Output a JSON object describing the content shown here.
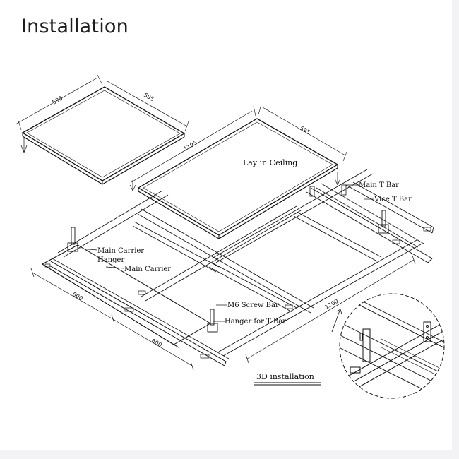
{
  "title": "Installation",
  "panel_a": {
    "dim_left": "595",
    "dim_right": "595"
  },
  "panel_b": {
    "dim_top": "595",
    "dim_side": "1195",
    "label": "Lay in Ceiling"
  },
  "grid": {
    "dim_a": "600",
    "dim_b": "600",
    "dim_long": "1200"
  },
  "labels": {
    "main_t_bar": "Main T Bar",
    "vice_t_bar": "Vice T Bar",
    "main_carrier_hanger_1": "Main Carrier",
    "main_carrier_hanger_2": "Hanger",
    "main_carrier": "Main Carrier",
    "m6_screw_bar": "M6 Screw Bar",
    "hanger_for_t_bar": "Hanger for T Bar",
    "caption": "3D installation"
  }
}
